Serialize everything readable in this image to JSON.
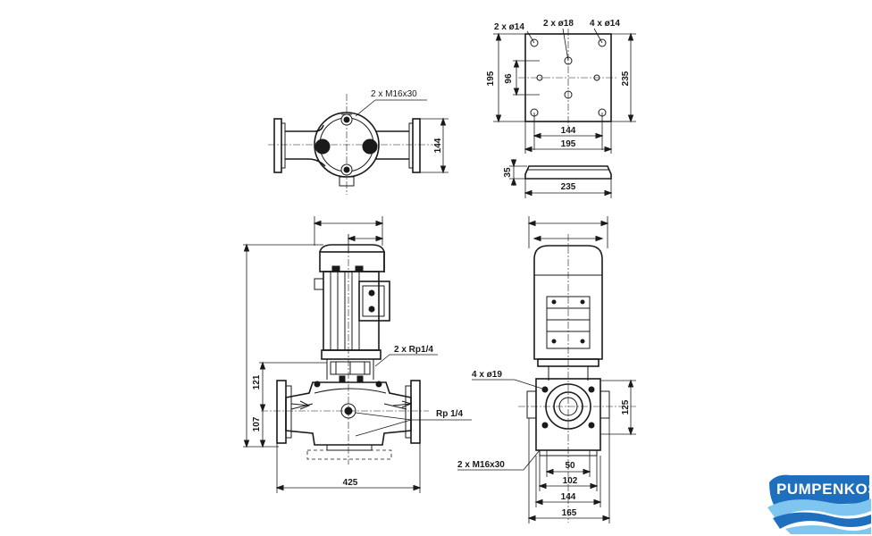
{
  "labels": {
    "top_view_conn": "2 x M16x30",
    "top_view_width": "144",
    "base_hole_a": "2 x ø14",
    "base_hole_b": "2 x ø18",
    "base_hole_c": "4 x ø14",
    "base_h_outer": "195",
    "base_h_inner": "96",
    "base_h_right": "235",
    "base_w_inner": "144",
    "base_w_outer": "195",
    "base_side_h": "35",
    "base_side_w": "235",
    "front_gauge_a": "2 x Rp1/4",
    "front_gauge_b": "Rp 1/4",
    "front_h_upper": "121",
    "front_h_lower": "107",
    "front_width": "425",
    "side_flange_holes": "4  x ø19",
    "side_conn": "2 x M16x30",
    "side_h": "125",
    "side_w_50": "50",
    "side_w_102": "102",
    "side_w_144": "144",
    "side_w_165": "165"
  },
  "logo": {
    "text": "PUMPENKOST",
    "color_primary": "#1f6fbf",
    "color_light": "#7ec6ef"
  }
}
